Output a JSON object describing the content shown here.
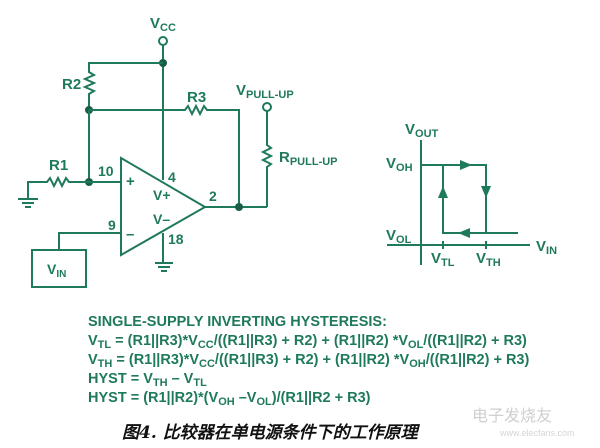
{
  "circuit": {
    "vcc_label": {
      "main": "V",
      "sub": "CC"
    },
    "vpullup_label": {
      "main": "V",
      "sub": "PULL-UP"
    },
    "rpullup_label": {
      "main": "R",
      "sub": "PULL-UP"
    },
    "r1_label": "R1",
    "r2_label": "R2",
    "r3_label": "R3",
    "vin_label": {
      "main": "V",
      "sub": "IN"
    },
    "opamp": {
      "plus_sign": "+",
      "minus_sign": "–",
      "vplus_label": "V+",
      "vminus_label": "V–",
      "pin_plus": "10",
      "pin_minus": "9",
      "pin_vplus": "4",
      "pin_vminus": "18",
      "pin_out": "2"
    }
  },
  "hysteresis_plot": {
    "y_axis_label": {
      "main": "V",
      "sub": "OUT"
    },
    "x_axis_label": {
      "main": "V",
      "sub": "IN"
    },
    "voh_label": {
      "main": "V",
      "sub": "OH"
    },
    "vol_label": {
      "main": "V",
      "sub": "OL"
    },
    "vtl_label": {
      "main": "V",
      "sub": "TL"
    },
    "vth_label": {
      "main": "V",
      "sub": "TH"
    }
  },
  "equations": {
    "title": "SINGLE-SUPPLY INVERTING HYSTERESIS:",
    "vtl": [
      {
        "t": "V"
      },
      {
        "s": "TL"
      },
      {
        "t": " = (R1||R3)*V"
      },
      {
        "s": "CC"
      },
      {
        "t": "/((R1||R3) + R2) + (R1||R2) *V"
      },
      {
        "s": "OL"
      },
      {
        "t": "/((R1||R2) + R3)"
      }
    ],
    "vth": [
      {
        "t": "V"
      },
      {
        "s": "TH"
      },
      {
        "t": " = (R1||R3)*V"
      },
      {
        "s": "CC"
      },
      {
        "t": "/((R1||R3) + R2) + (R1||R2) *V"
      },
      {
        "s": "OH"
      },
      {
        "t": "/((R1||R2) + R3)"
      }
    ],
    "hyst1": [
      {
        "t": "HYST = V"
      },
      {
        "s": "TH"
      },
      {
        "t": " – V"
      },
      {
        "s": "TL"
      }
    ],
    "hyst2": [
      {
        "t": "HYST = (R1||R2)*(V"
      },
      {
        "s": "OH"
      },
      {
        "t": " –V"
      },
      {
        "s": "OL"
      },
      {
        "t": ")/(R1||R2 + R3)"
      }
    ]
  },
  "caption": "图4. 比较器在单电源条件下的工作原理",
  "watermark": {
    "text": "电子发烧友",
    "url_text": "www.elecfans.com"
  }
}
